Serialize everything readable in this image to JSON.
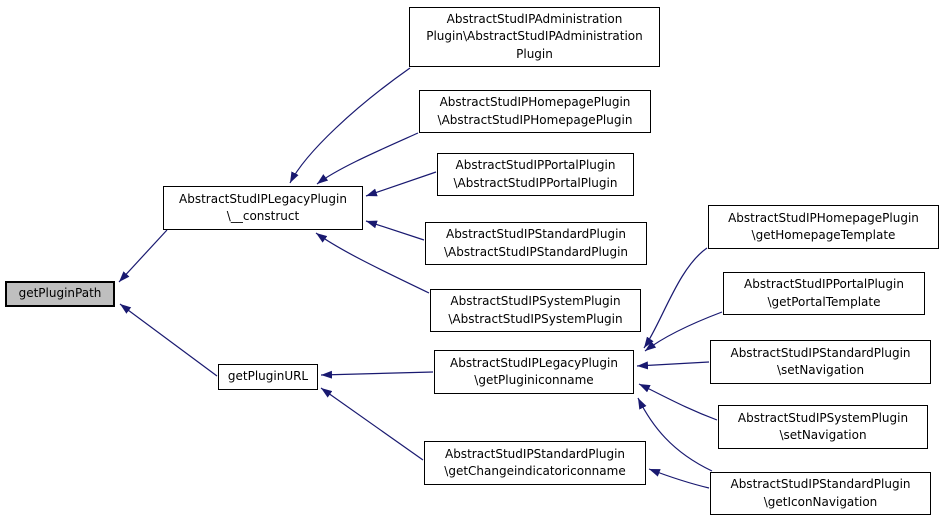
{
  "diagram": {
    "kind": "caller-graph",
    "background_color": "#ffffff",
    "edge_color": "#191970",
    "node_fill": "#ffffff",
    "node_border_color": "#000000",
    "highlighted_node_fill": "#bfbfbf",
    "text_color": "#000000"
  },
  "nodes": {
    "getPluginPath": {
      "label": "getPluginPath",
      "highlighted": true
    },
    "construct": {
      "label": "AbstractStudIPLegacyPlugin\n\\__construct"
    },
    "getPluginURL": {
      "label": "getPluginURL"
    },
    "adminCtor": {
      "label": "AbstractStudIPAdministration\nPlugin\\AbstractStudIPAdministration\nPlugin"
    },
    "homepageCtor": {
      "label": "AbstractStudIPHomepagePlugin\n\\AbstractStudIPHomepagePlugin"
    },
    "portalCtor": {
      "label": "AbstractStudIPPortalPlugin\n\\AbstractStudIPPortalPlugin"
    },
    "standardCtor": {
      "label": "AbstractStudIPStandardPlugin\n\\AbstractStudIPStandardPlugin"
    },
    "systemCtor": {
      "label": "AbstractStudIPSystemPlugin\n\\AbstractStudIPSystemPlugin"
    },
    "getPluginiconname": {
      "label": "AbstractStudIPLegacyPlugin\n\\getPluginiconname"
    },
    "getChangeindicatoriconname": {
      "label": "AbstractStudIPStandardPlugin\n\\getChangeindicatoriconname"
    },
    "getHomepageTemplate": {
      "label": "AbstractStudIPHomepagePlugin\n\\getHomepageTemplate"
    },
    "getPortalTemplate": {
      "label": "AbstractStudIPPortalPlugin\n\\getPortalTemplate"
    },
    "setNavigationStandard": {
      "label": "AbstractStudIPStandardPlugin\n\\setNavigation"
    },
    "setNavigationSystem": {
      "label": "AbstractStudIPSystemPlugin\n\\setNavigation"
    },
    "getIconNavigation": {
      "label": "AbstractStudIPStandardPlugin\n\\getIconNavigation"
    }
  },
  "edges": [
    {
      "from": "adminCtor",
      "to": "construct"
    },
    {
      "from": "homepageCtor",
      "to": "construct"
    },
    {
      "from": "portalCtor",
      "to": "construct"
    },
    {
      "from": "standardCtor",
      "to": "construct"
    },
    {
      "from": "systemCtor",
      "to": "construct"
    },
    {
      "from": "construct",
      "to": "getPluginPath"
    },
    {
      "from": "getPluginURL",
      "to": "getPluginPath"
    },
    {
      "from": "getPluginiconname",
      "to": "getPluginURL"
    },
    {
      "from": "getChangeindicatoriconname",
      "to": "getPluginURL"
    },
    {
      "from": "getHomepageTemplate",
      "to": "getPluginiconname"
    },
    {
      "from": "getPortalTemplate",
      "to": "getPluginiconname"
    },
    {
      "from": "setNavigationStandard",
      "to": "getPluginiconname"
    },
    {
      "from": "setNavigationSystem",
      "to": "getPluginiconname"
    },
    {
      "from": "getIconNavigation",
      "to": "getPluginiconname"
    },
    {
      "from": "getIconNavigation",
      "to": "getChangeindicatoriconname"
    }
  ]
}
